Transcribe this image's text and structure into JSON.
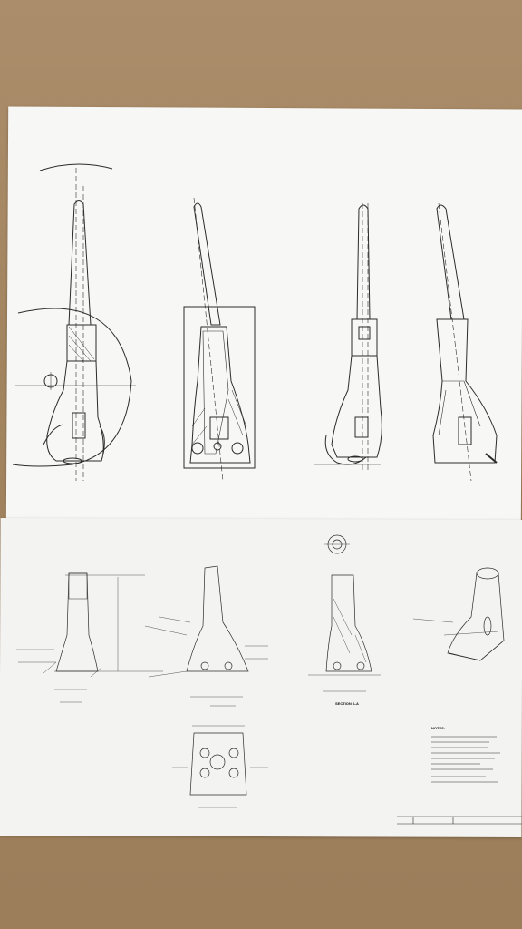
{
  "scene": {
    "description_kind": "photo",
    "background_color": "#a38665",
    "paper_color": "#f7f7f5",
    "line_color": "#2b2b2b",
    "hatch_color": "#555555"
  },
  "labels": {
    "section_label": "SECTION A-A",
    "notes_title": "NOTES:"
  }
}
